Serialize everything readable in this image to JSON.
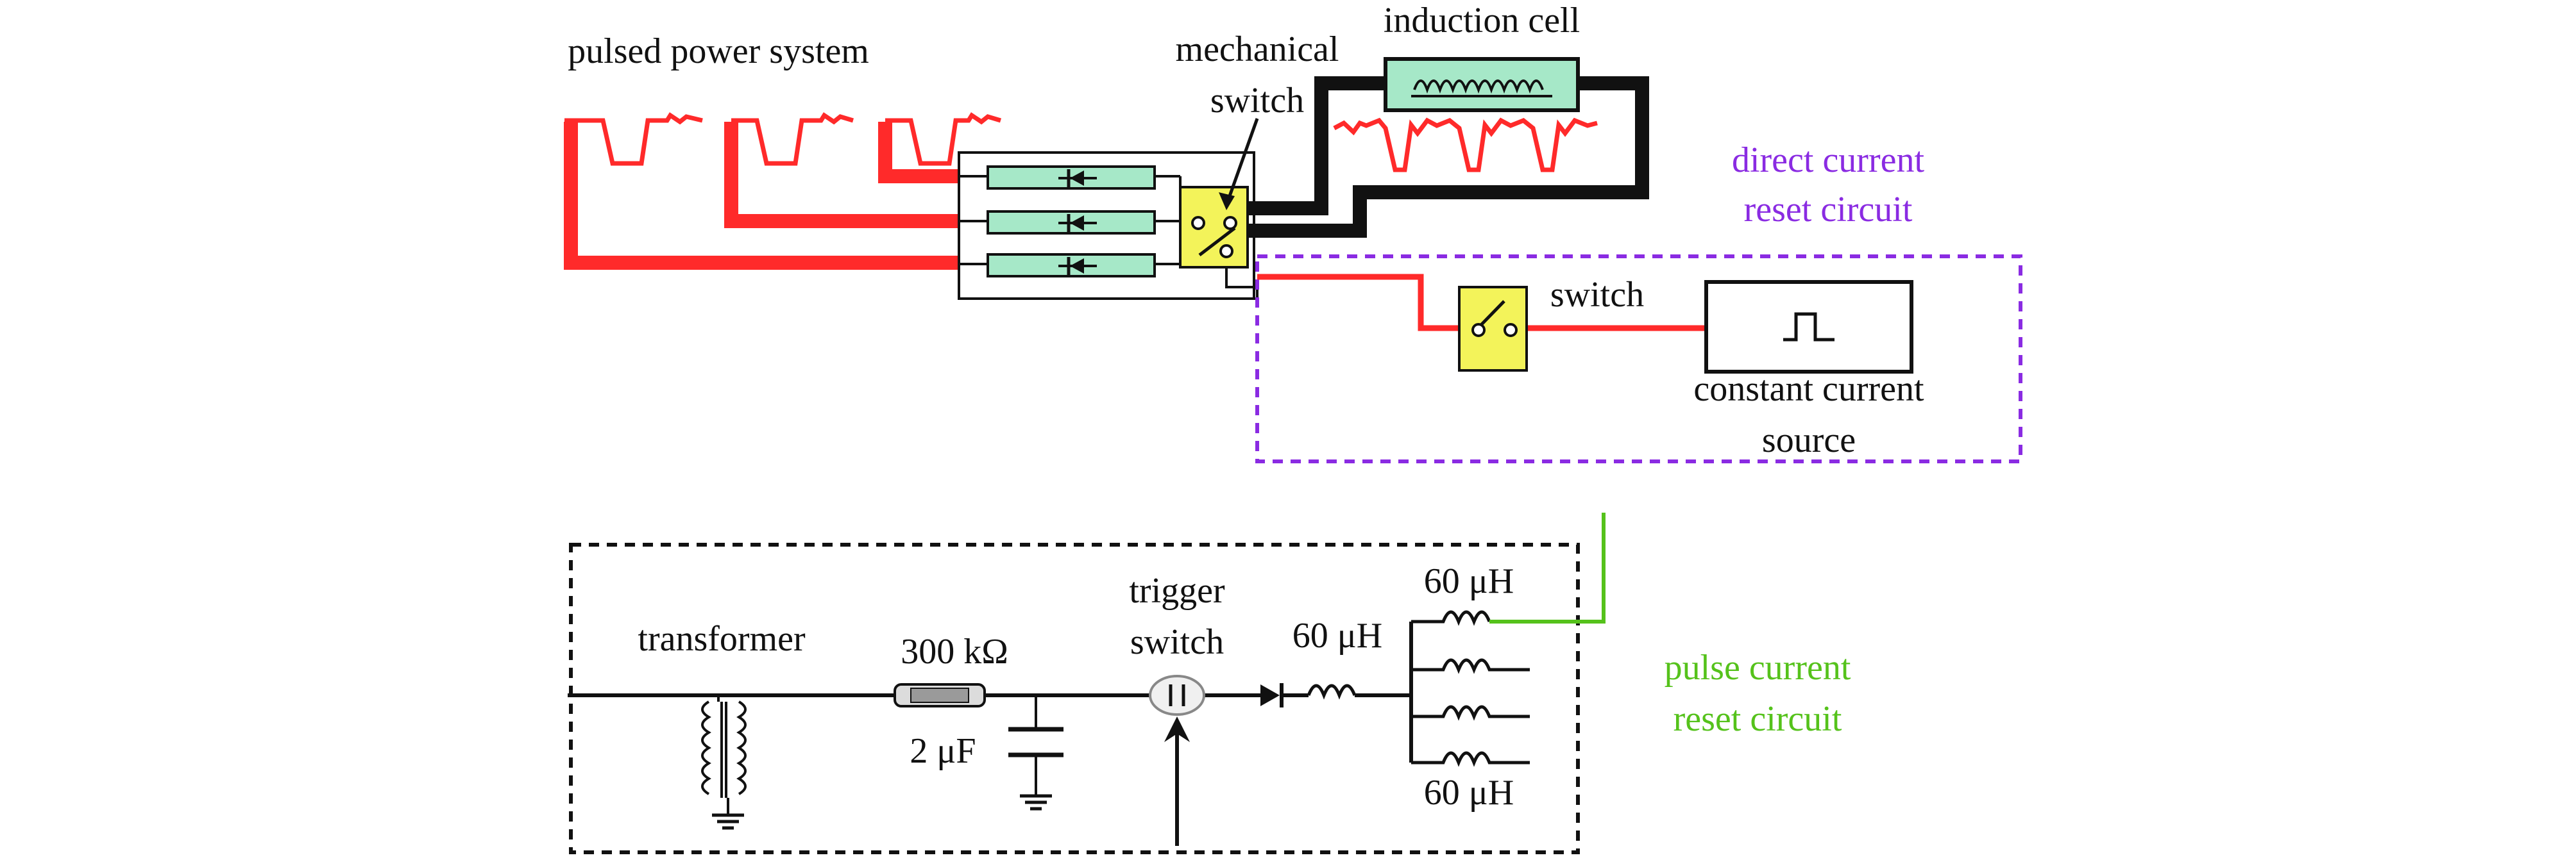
{
  "colors": {
    "pulse_wire": "#ff2a2a",
    "main_wire": "#111111",
    "diode_fill": "#a6e8c8",
    "switch_fill": "#f3f35a",
    "dc_box": "#8a2be2",
    "pulse_reset": "#55c21b"
  },
  "labels": {
    "pulsed_power_system": "pulsed power system",
    "mechanical_switch_line1": "mechanical",
    "mechanical_switch_line2": "switch",
    "induction_cell": "induction cell",
    "dc_reset_line1": "direct current",
    "dc_reset_line2": "reset circuit",
    "switch": "switch",
    "constant_current_line1": "constant current",
    "constant_current_line2": "source",
    "transformer": "transformer",
    "resistor": "300 kΩ",
    "capacitor": "2 μF",
    "trigger_switch_line1": "trigger",
    "trigger_switch_line2": "switch",
    "inductor_series": "60 μH",
    "inductor_top": "60 μH",
    "inductor_bottom": "60 μH",
    "pulse_reset_line1": "pulse current",
    "pulse_reset_line2": "reset circuit"
  },
  "icons": {
    "diode": "diode-icon",
    "switch": "switch-icon",
    "inductor": "inductor-icon",
    "transformer": "transformer-icon",
    "capacitor": "capacitor-icon",
    "ground": "ground-icon"
  }
}
